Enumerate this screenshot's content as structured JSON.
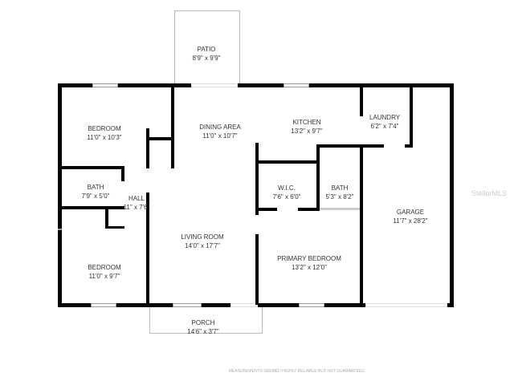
{
  "rooms": [
    {
      "name": "PATIO",
      "size": "8'9\" x 9'9\""
    },
    {
      "name": "BEDROOM",
      "size": "11'0\" x 10'3\""
    },
    {
      "name": "DINING AREA",
      "size": "11'0\" x 10'7\""
    },
    {
      "name": "KITCHEN",
      "size": "13'2\" x 9'7\""
    },
    {
      "name": "LAUNDRY",
      "size": "6'2\" x 7'4\""
    },
    {
      "name": "BATH",
      "size": "7'9\" x 5'0\""
    },
    {
      "name": "HALL",
      "size": "11\" x 7'6\""
    },
    {
      "name": "W.I.C.",
      "size": "7'6\" x 6'0\""
    },
    {
      "name": "BATH",
      "size": "5'3\" x 8'2\""
    },
    {
      "name": "GARAGE",
      "size": "11'7\" x 28'2\""
    },
    {
      "name": "LIVING ROOM",
      "size": "14'0\" x 17'7\""
    },
    {
      "name": "PRIMARY BEDROOM",
      "size": "13'2\" x 12'0\""
    },
    {
      "name": "BEDROOM",
      "size": "11'0\" x 9'7\""
    },
    {
      "name": "PORCH",
      "size": "14'6\" x 3'7\""
    }
  ],
  "disclaimer": "MEASUREMENTS DEEMED HIGHLY RELIABLE BUT NOT GUARANTEED.",
  "watermark": "StellarMLS"
}
